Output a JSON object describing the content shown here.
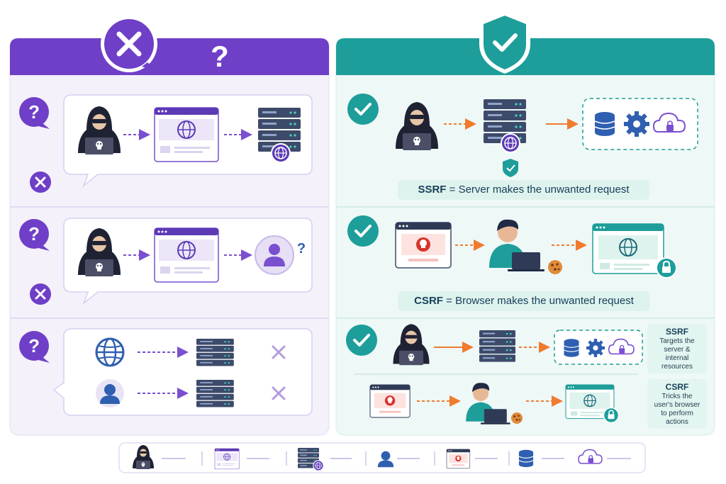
{
  "left_panel": {
    "header_symbol": "?"
  },
  "right_panel": {
    "row1": {
      "key": "SSRF",
      "text": "= Server makes the unwanted request"
    },
    "row2": {
      "key": "CSRF",
      "text": "= Browser makes the unwanted request"
    },
    "note_ssrf": {
      "title": "SSRF",
      "line1": "Targets the",
      "line2": "server &",
      "line3": "internal",
      "line4": "resources"
    },
    "note_csrf": {
      "title": "CSRF",
      "line1": "Tricks the",
      "line2": "user's browser",
      "line3": "to perform",
      "line4": "actions"
    }
  },
  "colors": {
    "purple": "#6f3fc7",
    "teal": "#1d9e9a",
    "orange": "#f07b2e"
  }
}
